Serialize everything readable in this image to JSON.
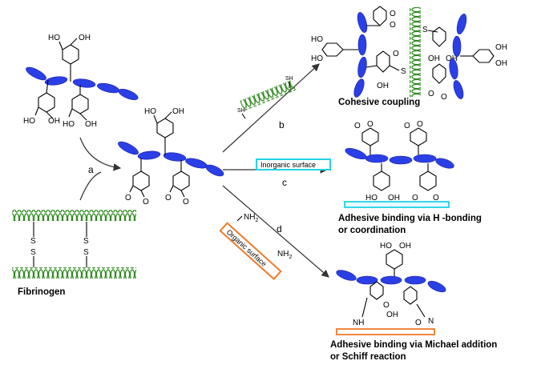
{
  "labels": {
    "oh": "OH",
    "ho": "HO",
    "o": "O",
    "s": "S",
    "sh": "SH",
    "nh2": "NH",
    "nh2_sub": "2",
    "nh": "NH",
    "n": "N"
  },
  "steps": {
    "a": "a",
    "b": "b",
    "c": "c",
    "d": "d"
  },
  "surfaces": {
    "inorganic": "Inorganic surface",
    "organic": "Organic surface"
  },
  "captions": {
    "fibrinogen": "Fibrinogen",
    "cohesive": "Cohesive coupling",
    "adhesive_h_line1": "Adhesive binding via H -bonding",
    "adhesive_h_line2": " or coordination",
    "adhesive_m_line1": "Adhesive binding via Michael addition",
    "adhesive_m_line2": " or Schiff reaction"
  },
  "colors": {
    "backbone": "#2b3fe6",
    "fibrinogen": "#2e8b1e",
    "inorganic": "#22d3e6",
    "organic": "#f07a2a"
  }
}
